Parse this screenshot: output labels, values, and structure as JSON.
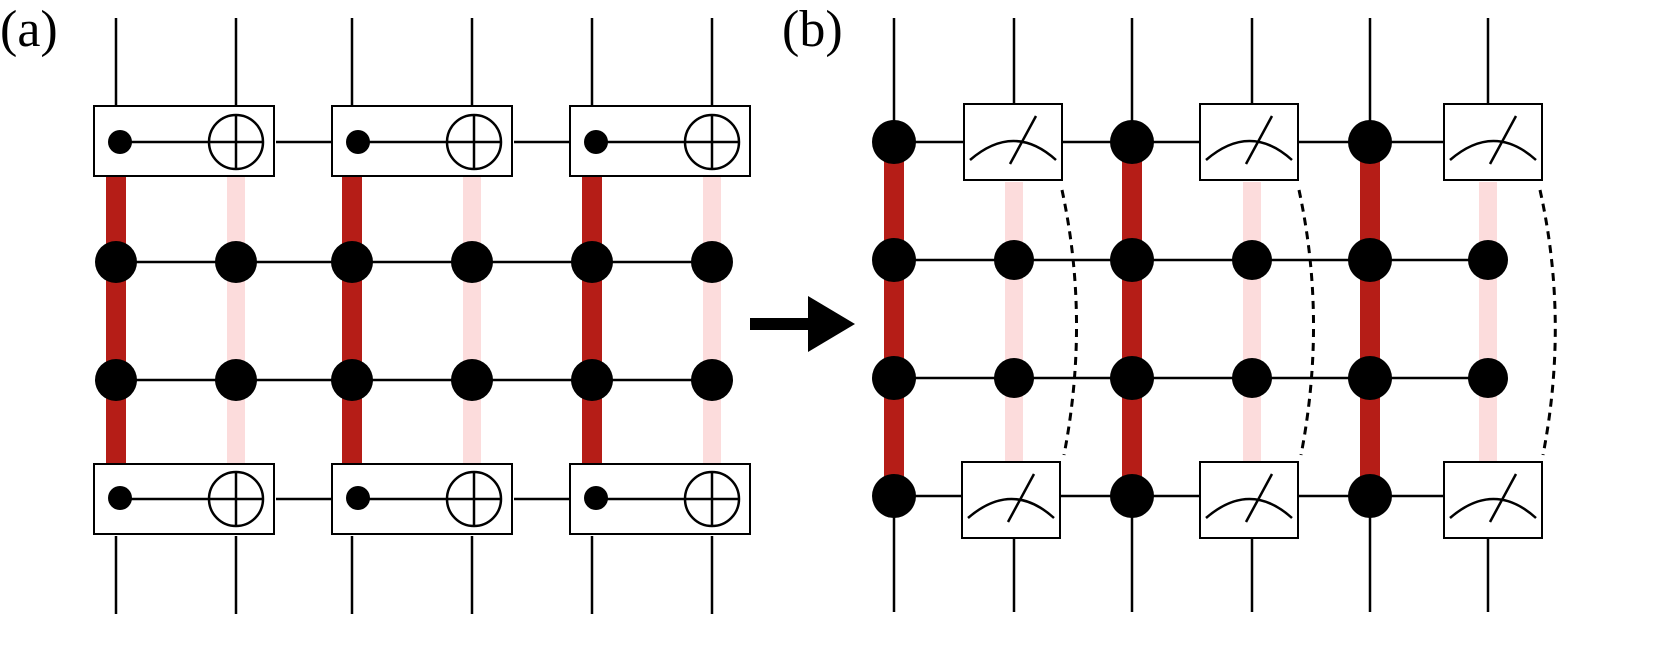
{
  "panels": [
    {
      "id": "a",
      "label": "(a)"
    },
    {
      "id": "b",
      "label": "(b)"
    }
  ],
  "colors": {
    "line": "#000000",
    "dark_bond": "#b51d17",
    "light_bond": "#fcdcdc",
    "background": "#ffffff"
  },
  "panel_a": {
    "gate": "CNOT",
    "gate_icons": [
      "control-dot",
      "oplus-target"
    ],
    "gate_rows": [
      "top",
      "bottom"
    ],
    "gates_per_row": 3,
    "node_rows": 2,
    "node_columns": 6
  },
  "arrow": {
    "direction": "right"
  },
  "panel_b": {
    "gate": "measurement",
    "gate_icon": "meter",
    "measurements_per_row": 3,
    "node_columns": 6,
    "node_rows": 4,
    "dashed_connectors": 3
  }
}
